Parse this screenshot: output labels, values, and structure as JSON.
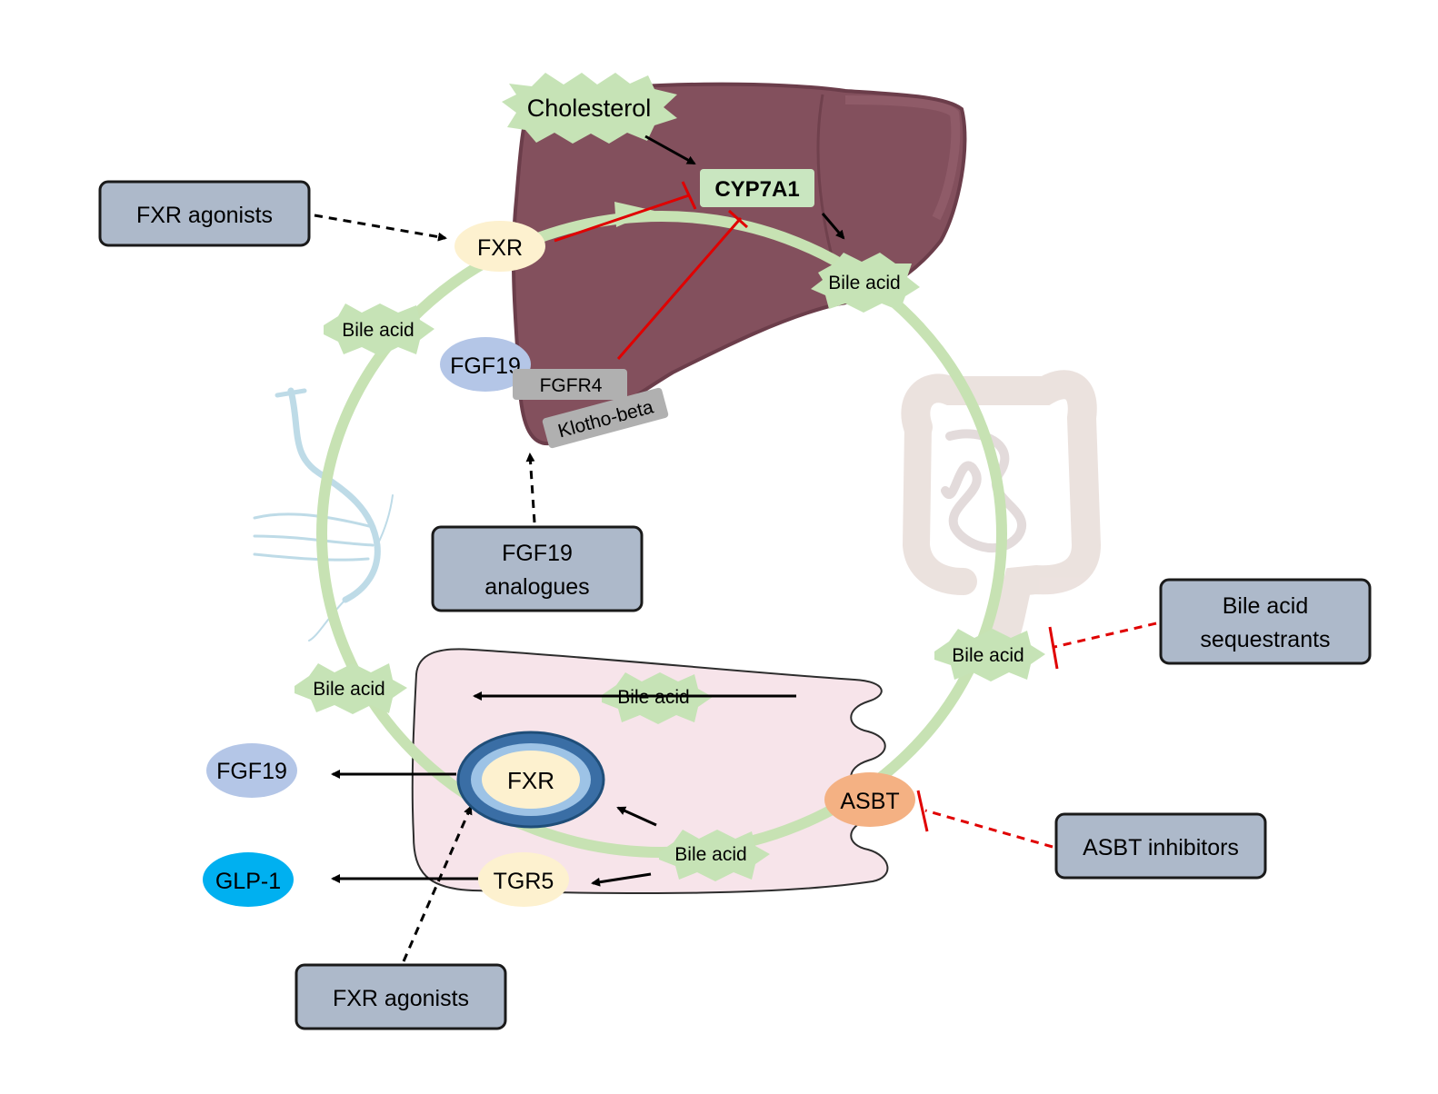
{
  "labels": {
    "cholesterol": "Cholesterol",
    "cyp7a1": "CYP7A1",
    "bile_acid": "Bile acid",
    "fxr": "FXR",
    "fgf19": "FGF19",
    "fgfr4": "FGFR4",
    "klotho_beta": "Klotho-beta",
    "asbt": "ASBT",
    "tgr5": "TGR5",
    "glp1": "GLP-1"
  },
  "drug_boxes": {
    "fxr_agonists_top": "FXR agonists",
    "fgf19_analogues_line1": "FGF19",
    "fgf19_analogues_line2": "analogues",
    "bile_acid_sequestrants_line1": "Bile acid",
    "bile_acid_sequestrants_line2": "sequestrants",
    "asbt_inhibitors": "ASBT inhibitors",
    "fxr_agonists_bottom": "FXR agonists"
  },
  "colors": {
    "liver": "#83505d",
    "liver_dark": "#6b3d4a",
    "circulation_ring": "#c7e2b3",
    "starburst": "#c6e3b6",
    "cyp7a1_box": "#c9e6c0",
    "fxr_ellipse": "#fdf1cf",
    "fgf19_ellipse": "#b4c6e7",
    "glp1_ellipse": "#00b0f0",
    "asbt_ellipse": "#f4b183",
    "receptor_box": "#b0b0b0",
    "drug_box": "#adb9ca",
    "inhibition": "#e00000",
    "enterocyte": "#f7e4ea"
  }
}
